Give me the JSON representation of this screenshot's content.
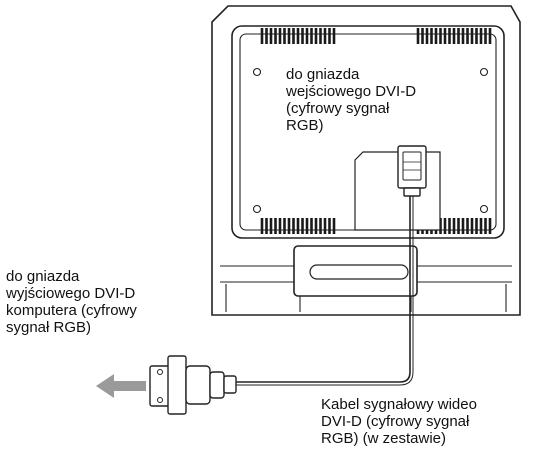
{
  "labels": {
    "monitor_input": "do gniazda\nwejściowego DVI-D\n(cyfrowy sygnał\nRGB)",
    "computer_output": "do gniazda\nwyjściowego DVI-D\nkomputera (cyfrowy\nsygnał RGB)",
    "cable": "Kabel sygnałowy wideo\nDVI-D (cyfrowy sygnał\nRGB) (w zestawie)"
  },
  "colors": {
    "line": "#222222",
    "vent": "#1a1a1a",
    "arrow": "#9a9a9a",
    "panel": "#ffffff"
  },
  "icons": {
    "monitor": "monitor-back-icon",
    "connector_monitor": "dvi-connector-icon",
    "connector_computer": "dvi-plug-icon",
    "direction": "arrow-left-icon"
  }
}
